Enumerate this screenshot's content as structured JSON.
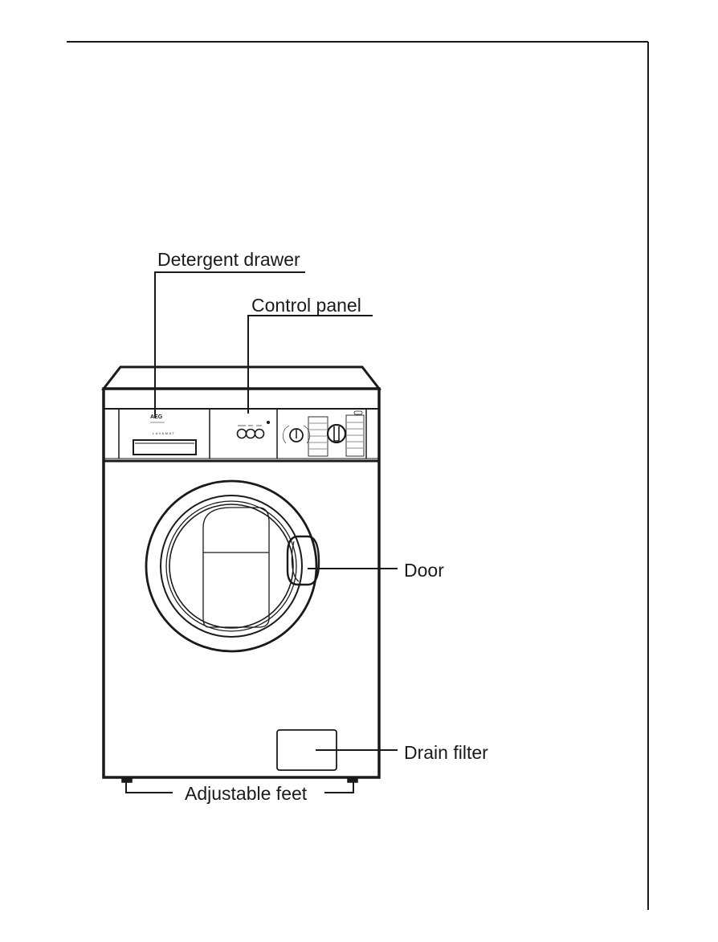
{
  "diagram": {
    "labels": {
      "detergent_drawer": "Detergent drawer",
      "control_panel": "Control panel",
      "door": "Door",
      "drain_filter": "Drain filter",
      "adjustable_feet": "Adjustable feet"
    },
    "brand": "AEG",
    "model": "LAVAMAT"
  },
  "colors": {
    "line": "#1a1a1a",
    "background": "#ffffff"
  }
}
